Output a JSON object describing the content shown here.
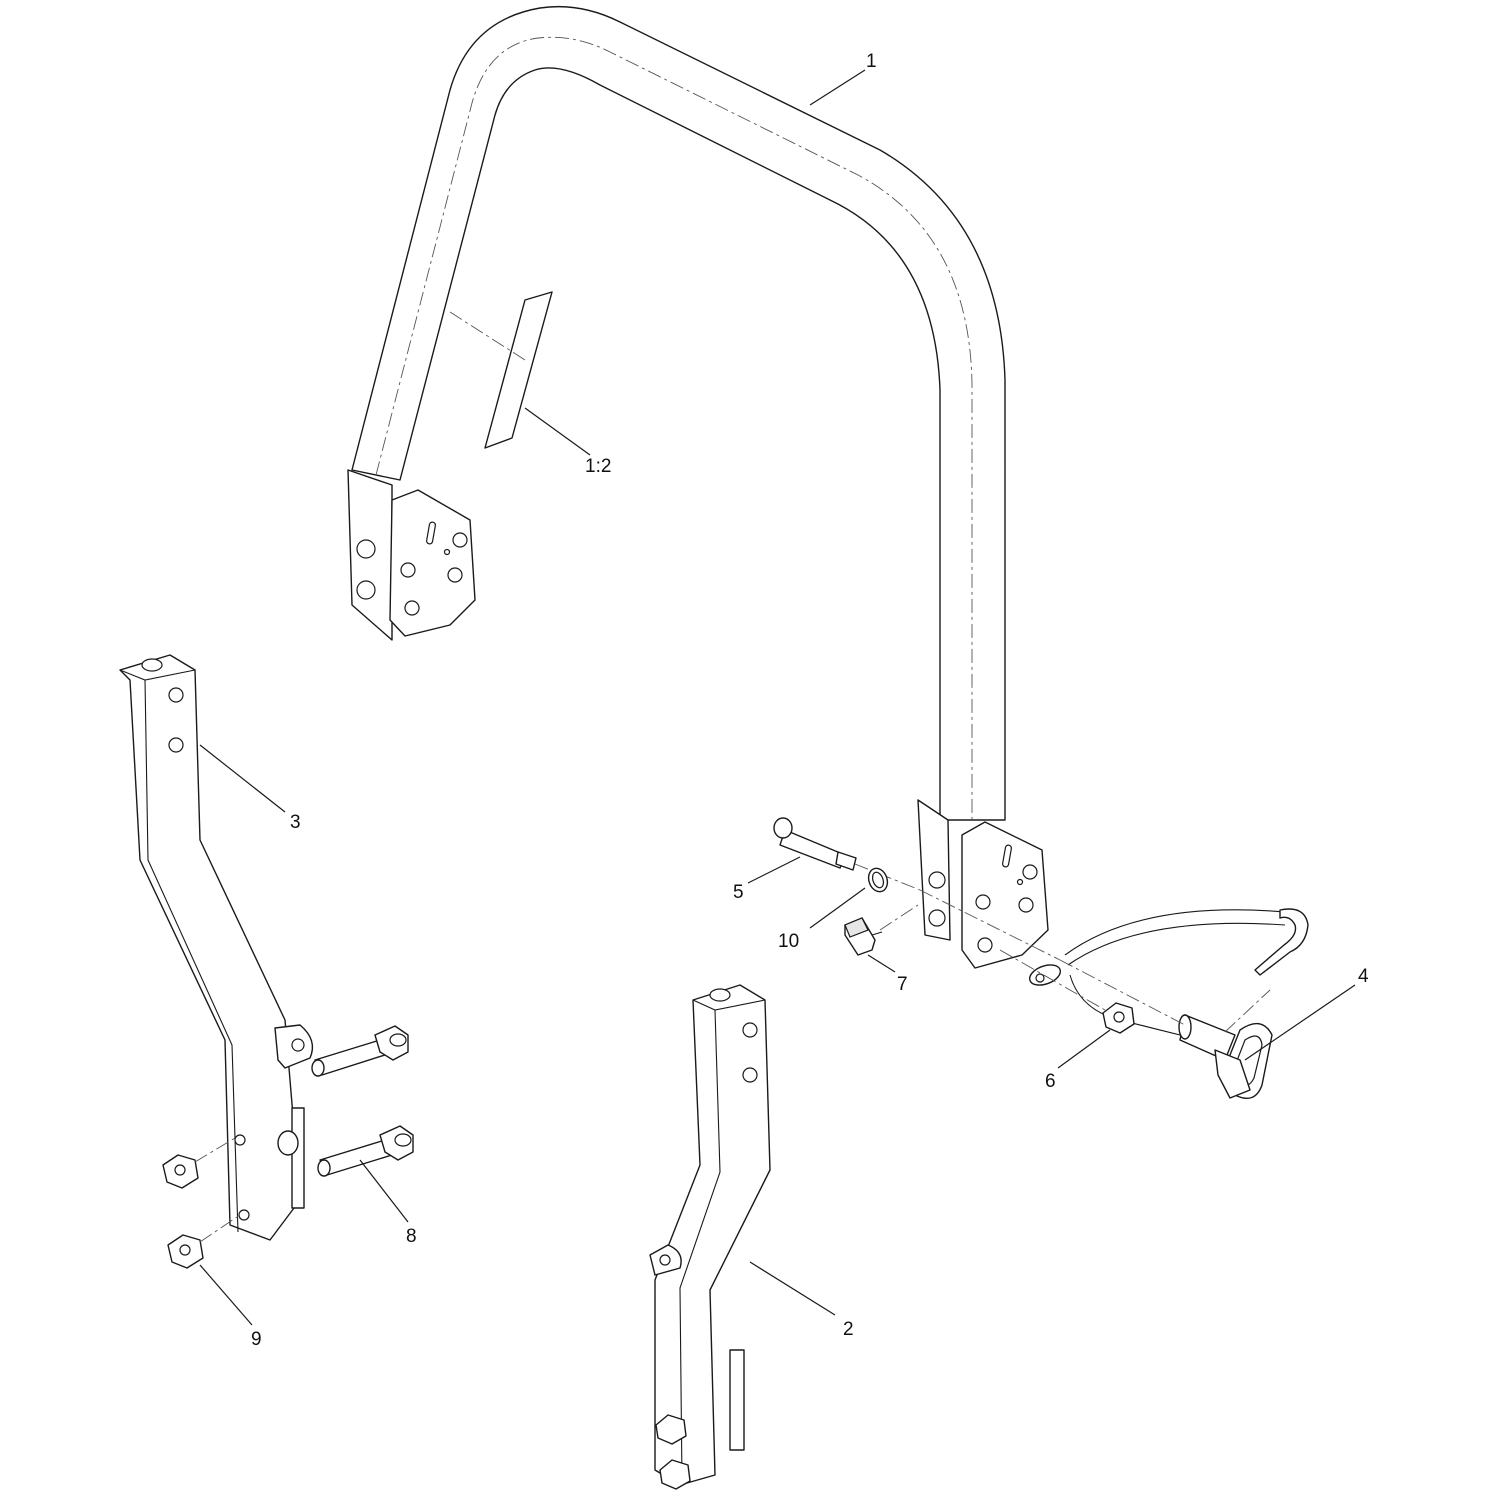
{
  "diagram": {
    "callouts": [
      {
        "id": "c1",
        "label": "1"
      },
      {
        "id": "c1-2",
        "label": "1:2"
      },
      {
        "id": "c2",
        "label": "2"
      },
      {
        "id": "c3",
        "label": "3"
      },
      {
        "id": "c4",
        "label": "4"
      },
      {
        "id": "c5",
        "label": "5"
      },
      {
        "id": "c6",
        "label": "6"
      },
      {
        "id": "c7",
        "label": "7"
      },
      {
        "id": "c8",
        "label": "8"
      },
      {
        "id": "c9",
        "label": "9"
      },
      {
        "id": "c10",
        "label": "10"
      }
    ]
  }
}
